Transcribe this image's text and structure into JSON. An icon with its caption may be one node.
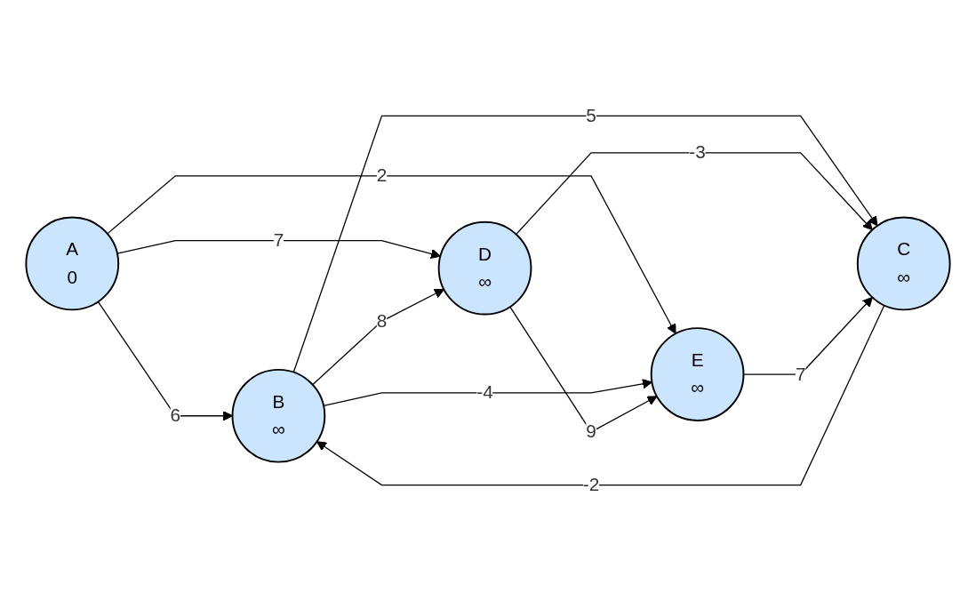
{
  "diagram": {
    "nodes": [
      {
        "text": [
          "A",
          "0"
        ]
      },
      {
        "text": [
          "B",
          "∞"
        ]
      },
      {
        "text": [
          "C",
          "∞"
        ]
      },
      {
        "text": [
          "D",
          "∞"
        ]
      },
      {
        "text": [
          "E",
          "∞"
        ]
      }
    ],
    "edges": [
      {
        "from": 0,
        "to": 1,
        "arrow": "to",
        "label": "6"
      },
      {
        "from": 0,
        "to": 3,
        "arrow": "to",
        "label": "7"
      },
      {
        "from": 0,
        "to": 4,
        "arrow": "to",
        "label": "2"
      },
      {
        "from": 1,
        "to": 2,
        "arrow": "to",
        "label": "5"
      },
      {
        "from": 2,
        "to": 1,
        "arrow": "to",
        "label": "-2"
      },
      {
        "from": 1,
        "to": 3,
        "arrow": "to",
        "label": "8"
      },
      {
        "from": 1,
        "to": 4,
        "arrow": "to",
        "label": "-4"
      },
      {
        "from": 3,
        "to": 2,
        "arrow": "to",
        "label": "-3"
      },
      {
        "from": 3,
        "to": 4,
        "arrow": "to",
        "label": "9"
      },
      {
        "from": 4,
        "to": 2,
        "arrow": "to",
        "label": "7"
      }
    ]
  }
}
